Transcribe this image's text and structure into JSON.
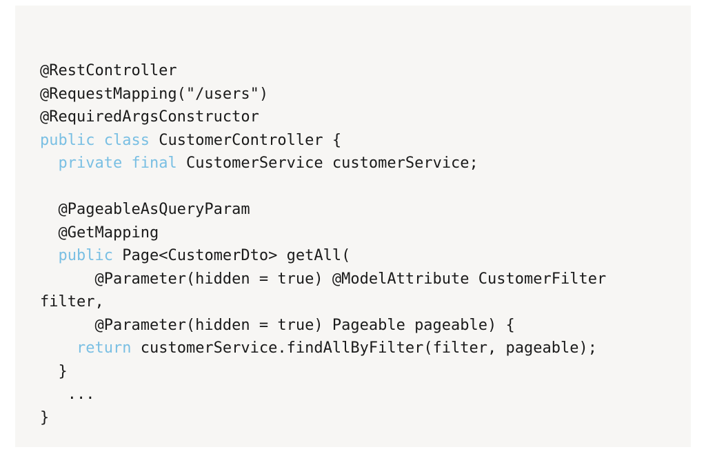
{
  "panel": {
    "background_color": "#f7f6f4",
    "page_background_color": "#ffffff"
  },
  "theme": {
    "keyword_color": "#79bfe3",
    "text_color": "#1a1a1a",
    "annotation_color": "#1a1a1a",
    "string_color": "#1a1a1a"
  },
  "code": {
    "language": "java",
    "lines": [
      {
        "n": 1,
        "text": "@RestController"
      },
      {
        "n": 2,
        "text": "@RequestMapping(\"/users\")"
      },
      {
        "n": 3,
        "text": "@RequiredArgsConstructor"
      },
      {
        "n": 4,
        "text": "public class CustomerController {"
      },
      {
        "n": 5,
        "text": "  private final CustomerService customerService;"
      },
      {
        "n": 6,
        "text": ""
      },
      {
        "n": 7,
        "text": "  @PageableAsQueryParam"
      },
      {
        "n": 8,
        "text": "  @GetMapping"
      },
      {
        "n": 9,
        "text": "  public Page<CustomerDto> getAll("
      },
      {
        "n": 10,
        "text": "      @Parameter(hidden = true) @ModelAttribute CustomerFilter filter,"
      },
      {
        "n": 11,
        "text": "      @Parameter(hidden = true) Pageable pageable) {"
      },
      {
        "n": 12,
        "text": "    return customerService.findAllByFilter(filter, pageable);"
      },
      {
        "n": 13,
        "text": "  }"
      },
      {
        "n": 14,
        "text": "   ..."
      },
      {
        "n": 15,
        "text": "}"
      }
    ],
    "tokens": {
      "l1_annotation": "@RestController",
      "l2_annotation": "@RequestMapping(",
      "l2_string": "\"/users\"",
      "l2_close": ")",
      "l3_annotation": "@RequiredArgsConstructor",
      "l4_public": "public",
      "l4_class": "class",
      "l4_name": "CustomerController {",
      "l5_indent": "  ",
      "l5_private": "private",
      "l5_final": "final",
      "l5_rest": "CustomerService customerService;",
      "l7_annotation": "  @PageableAsQueryParam",
      "l8_annotation": "  @GetMapping",
      "l9_indent": "  ",
      "l9_public": "public",
      "l9_rest": "Page<CustomerDto> getAll(",
      "l10_text": "      @Parameter(hidden = true) @ModelAttribute CustomerFilter filter,",
      "l11_text": "      @Parameter(hidden = true) Pageable pageable) {",
      "l12_indent": "    ",
      "l12_return": "return",
      "l12_rest": "customerService.findAllByFilter(filter, pageable);",
      "l13_text": "  }",
      "l14_text": "   ...",
      "l15_text": "}"
    }
  }
}
